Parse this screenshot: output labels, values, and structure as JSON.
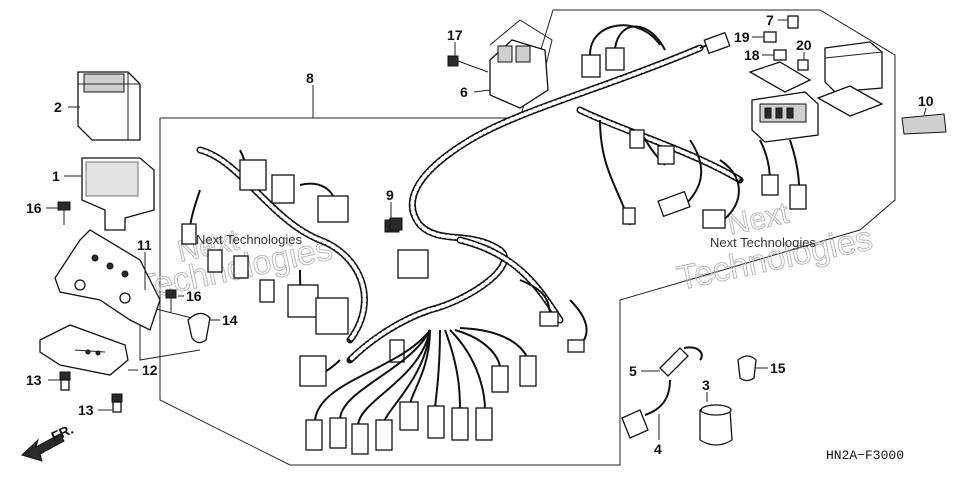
{
  "callouts": [
    {
      "id": "2",
      "label": "2"
    },
    {
      "id": "1",
      "label": "1"
    },
    {
      "id": "16a",
      "label": "16"
    },
    {
      "id": "11",
      "label": "11"
    },
    {
      "id": "16b",
      "label": "16"
    },
    {
      "id": "14",
      "label": "14"
    },
    {
      "id": "12",
      "label": "12"
    },
    {
      "id": "13a",
      "label": "13"
    },
    {
      "id": "13b",
      "label": "13"
    },
    {
      "id": "8",
      "label": "8"
    },
    {
      "id": "17",
      "label": "17"
    },
    {
      "id": "6",
      "label": "6"
    },
    {
      "id": "9",
      "label": "9"
    },
    {
      "id": "7",
      "label": "7"
    },
    {
      "id": "19",
      "label": "19"
    },
    {
      "id": "18",
      "label": "18"
    },
    {
      "id": "20",
      "label": "20"
    },
    {
      "id": "10",
      "label": "10"
    },
    {
      "id": "5",
      "label": "5"
    },
    {
      "id": "3",
      "label": "3"
    },
    {
      "id": "15",
      "label": "15"
    },
    {
      "id": "4",
      "label": "4"
    }
  ],
  "direction_label": "FR.",
  "diagram_code": "HN2A−F3000",
  "watermarks": [
    {
      "brand": "Next",
      "text": "Technologies",
      "caption": "Next Technologies"
    },
    {
      "brand": "Next",
      "text": "Technologies",
      "caption": "Next Technologies"
    }
  ]
}
